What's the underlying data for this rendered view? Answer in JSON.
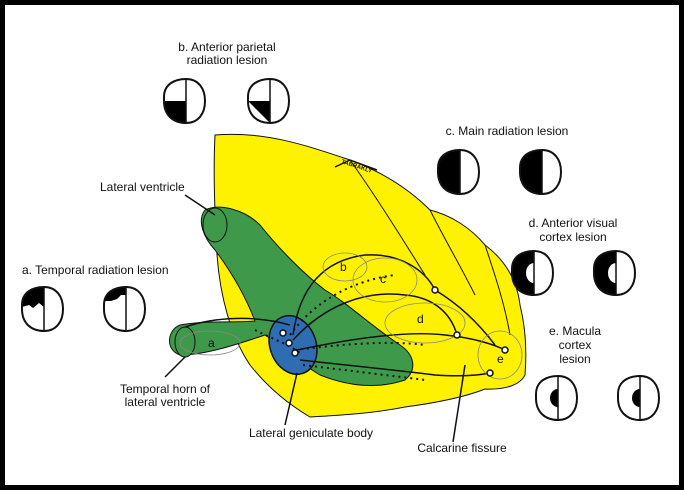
{
  "labels": {
    "anterior_parietal": [
      "b. Anterior parietal",
      "radiation lesion"
    ],
    "main_radiation": "c. Main radiation lesion",
    "anterior_visual": [
      "d. Anterior visual",
      "cortex lesion"
    ],
    "temporal_radiation": "a. Temporal radiation lesion",
    "macula_cortex": [
      "e. Macula",
      "cortex",
      "lesion"
    ],
    "lateral_ventricle": "Lateral ventricle",
    "temporal_horn": [
      "Temporal horn of",
      "lateral ventricle"
    ],
    "lateral_geniculate": "Lateral geniculate body",
    "calcarine": "Calcarine fissure",
    "region_letters": [
      "a",
      "b",
      "c",
      "d",
      "e"
    ],
    "sulcus_tag": "TABRAKLY"
  },
  "colors": {
    "brain": "#fff200",
    "ventricle": "#3e9a4a",
    "geniculate": "#2f6db3",
    "frame": "#000000",
    "background": "#ffffff"
  }
}
